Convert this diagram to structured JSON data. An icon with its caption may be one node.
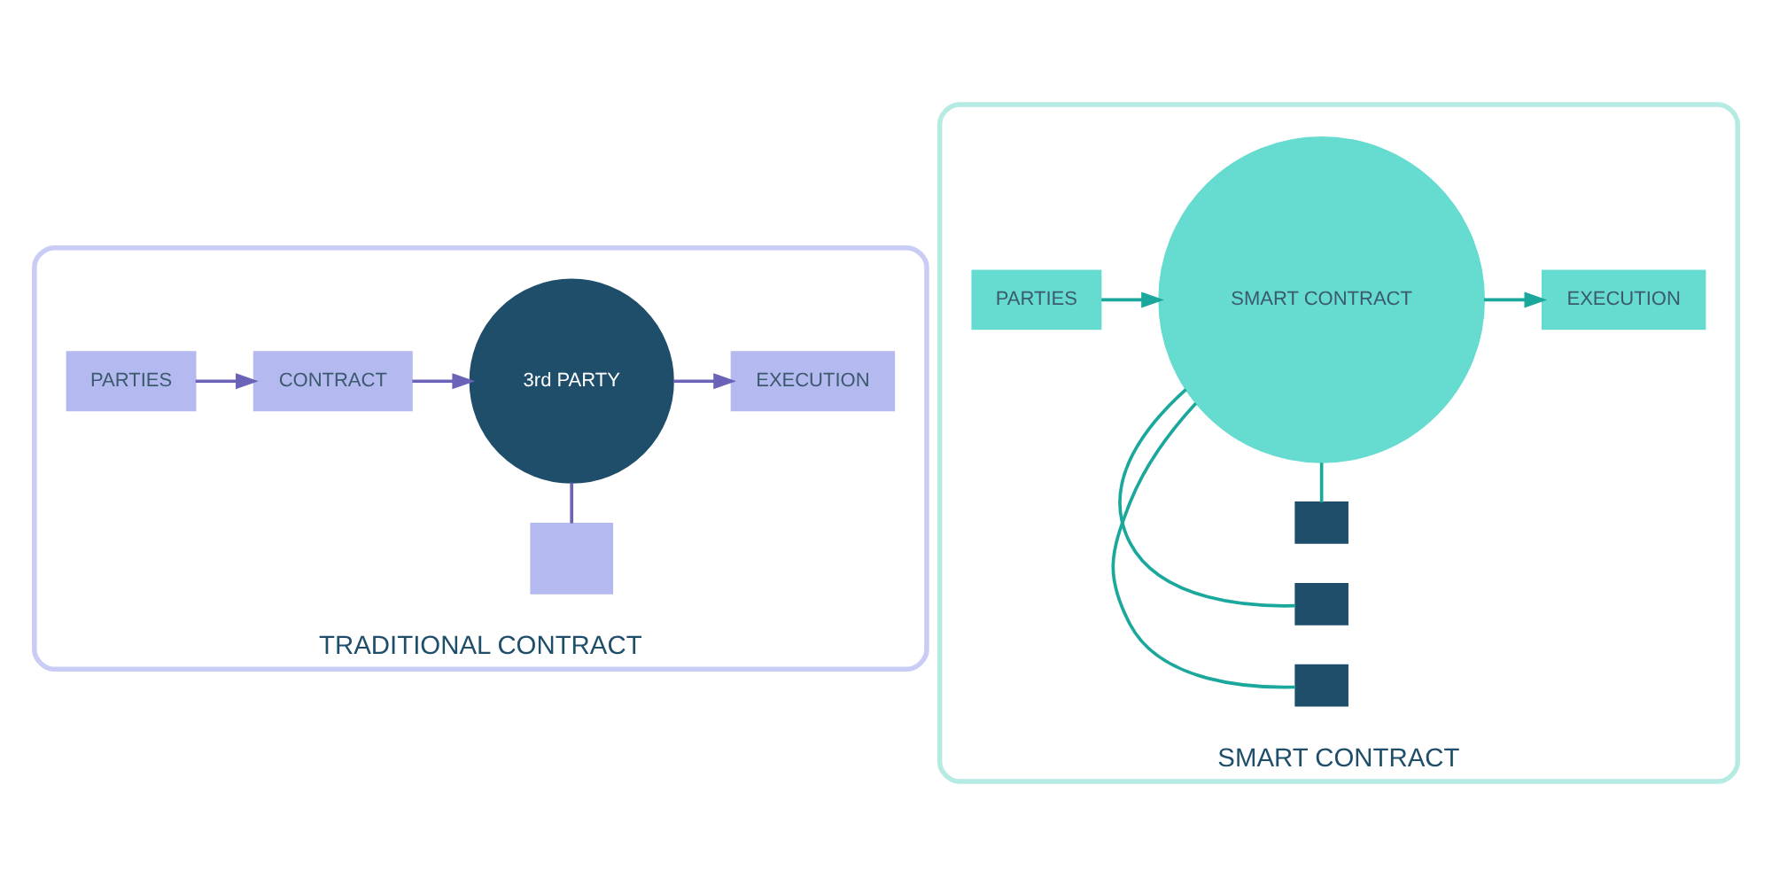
{
  "diagram": {
    "nodes": [
      {
        "text": [
          "TRADITIONAL CONTRACT"
        ]
      },
      {
        "text": [
          "PARTIES"
        ],
        "in": 0
      },
      {
        "text": [
          "CONTRACT"
        ],
        "in": 0
      },
      {
        "text": [],
        "shape": "box",
        "in": 0
      },
      {
        "text": [
          "3rd PARTY"
        ],
        "in": 0
      },
      {
        "text": [
          "EXECUTION"
        ],
        "in": 0
      },
      {
        "text": [
          "SMART CONTRACT"
        ]
      },
      {
        "text": [
          "PARTIES"
        ],
        "in": 6
      },
      {
        "text": [],
        "shape": "box",
        "in": 6
      },
      {
        "text": [],
        "shape": "box",
        "in": 6
      },
      {
        "text": [],
        "shape": "box",
        "in": 6
      },
      {
        "text": [
          "SMART CONTRACT"
        ],
        "in": 6
      },
      {
        "text": [
          "EXECUTION"
        ],
        "in": 6
      }
    ],
    "edges": [
      {
        "from": 1,
        "to": 2,
        "arrow": "to",
        "color": "#6a63b8"
      },
      {
        "from": 2,
        "to": 4,
        "arrow": "to",
        "color": "#6a63b8"
      },
      {
        "from": 4,
        "to": 5,
        "arrow": "to",
        "color": "#6a63b8"
      },
      {
        "from": 3,
        "to": 4,
        "arrow": "none",
        "color": "#6a63b8"
      },
      {
        "from": 7,
        "to": 11,
        "arrow": "to",
        "color": "#1aa89c"
      },
      {
        "from": 11,
        "to": 12,
        "arrow": "to",
        "color": "#1aa89c"
      },
      {
        "from": 8,
        "to": 11,
        "arrow": "none",
        "color": "#1aa89c"
      },
      {
        "from": 9,
        "to": 11,
        "arrow": "none",
        "color": "#1aa89c"
      },
      {
        "from": 10,
        "to": 11,
        "arrow": "none",
        "color": "#1aa89c"
      }
    ]
  }
}
